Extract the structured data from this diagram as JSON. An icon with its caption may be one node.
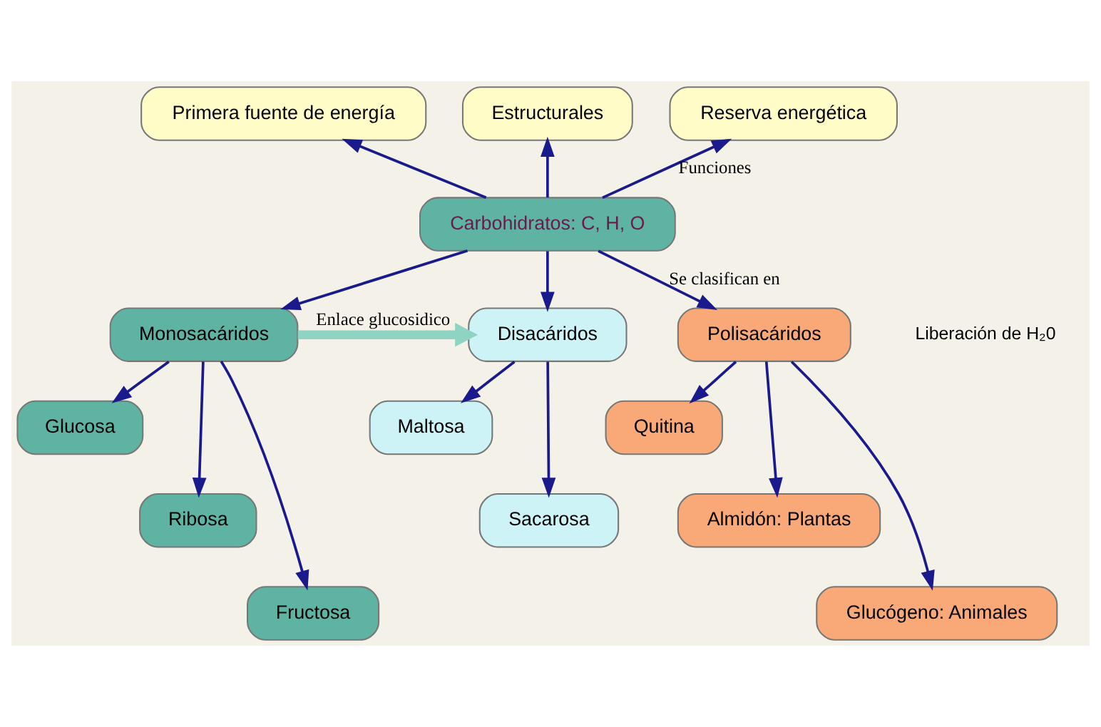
{
  "diagram": {
    "nodes": [
      {
        "text": [
          "Primera fuente de energía"
        ]
      },
      {
        "text": [
          "Estructurales"
        ]
      },
      {
        "text": [
          "Reserva energética"
        ]
      },
      {
        "text": [
          "Carbohidratos: C, H, O"
        ]
      },
      {
        "text": [
          "Monosacáridos"
        ]
      },
      {
        "text": [
          "Disacáridos"
        ]
      },
      {
        "text": [
          "Polisacáridos"
        ]
      },
      {
        "text": [
          "Glucosa"
        ]
      },
      {
        "text": [
          "Ribosa"
        ]
      },
      {
        "text": [
          "Fructosa"
        ]
      },
      {
        "text": [
          "Maltosa"
        ]
      },
      {
        "text": [
          "Sacarosa"
        ]
      },
      {
        "text": [
          "Quitina"
        ]
      },
      {
        "text": [
          "Almidón: Plantas"
        ]
      },
      {
        "text": [
          "Glucógeno: Animales"
        ]
      }
    ],
    "edges": [
      {
        "from": 3,
        "to": 0,
        "arrow": "to"
      },
      {
        "from": 3,
        "to": 1,
        "arrow": "to"
      },
      {
        "from": 3,
        "to": 2,
        "label": "Funciones",
        "arrow": "to"
      },
      {
        "from": 3,
        "to": 4,
        "arrow": "to"
      },
      {
        "from": 3,
        "to": 5,
        "arrow": "to"
      },
      {
        "from": 3,
        "to": 6,
        "label": "Se clasifican en",
        "arrow": "to"
      },
      {
        "from": 4,
        "to": 5,
        "label": "Enlace glucosidico",
        "arrow": "to",
        "style": "thick",
        "color": "#8fd3c3"
      },
      {
        "from": 4,
        "to": 7,
        "arrow": "to"
      },
      {
        "from": 4,
        "to": 8,
        "arrow": "to"
      },
      {
        "from": 4,
        "to": 9,
        "arrow": "to"
      },
      {
        "from": 5,
        "to": 10,
        "arrow": "to"
      },
      {
        "from": 5,
        "to": 11,
        "arrow": "to"
      },
      {
        "from": 6,
        "to": 12,
        "arrow": "to"
      },
      {
        "from": 6,
        "to": 13,
        "arrow": "to"
      },
      {
        "from": 6,
        "to": 14,
        "arrow": "to"
      }
    ],
    "labels": [
      "Liberación de H₂0"
    ]
  }
}
